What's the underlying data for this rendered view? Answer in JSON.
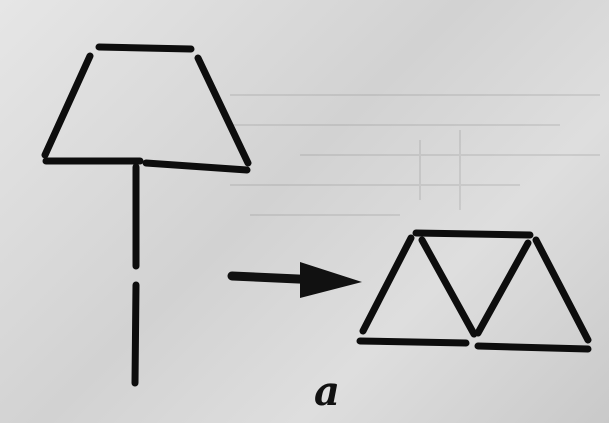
{
  "figure": {
    "label": "a"
  },
  "sticks": {
    "stroke_color": "#0d0d0d",
    "source_shape": "lamp (trapezoid shade on a pole)",
    "target_shape": "three triangles in a row"
  },
  "arrow": {
    "icon": "arrow-right-icon",
    "color": "#111111"
  },
  "paper": {
    "color": "#dcdcdc"
  }
}
